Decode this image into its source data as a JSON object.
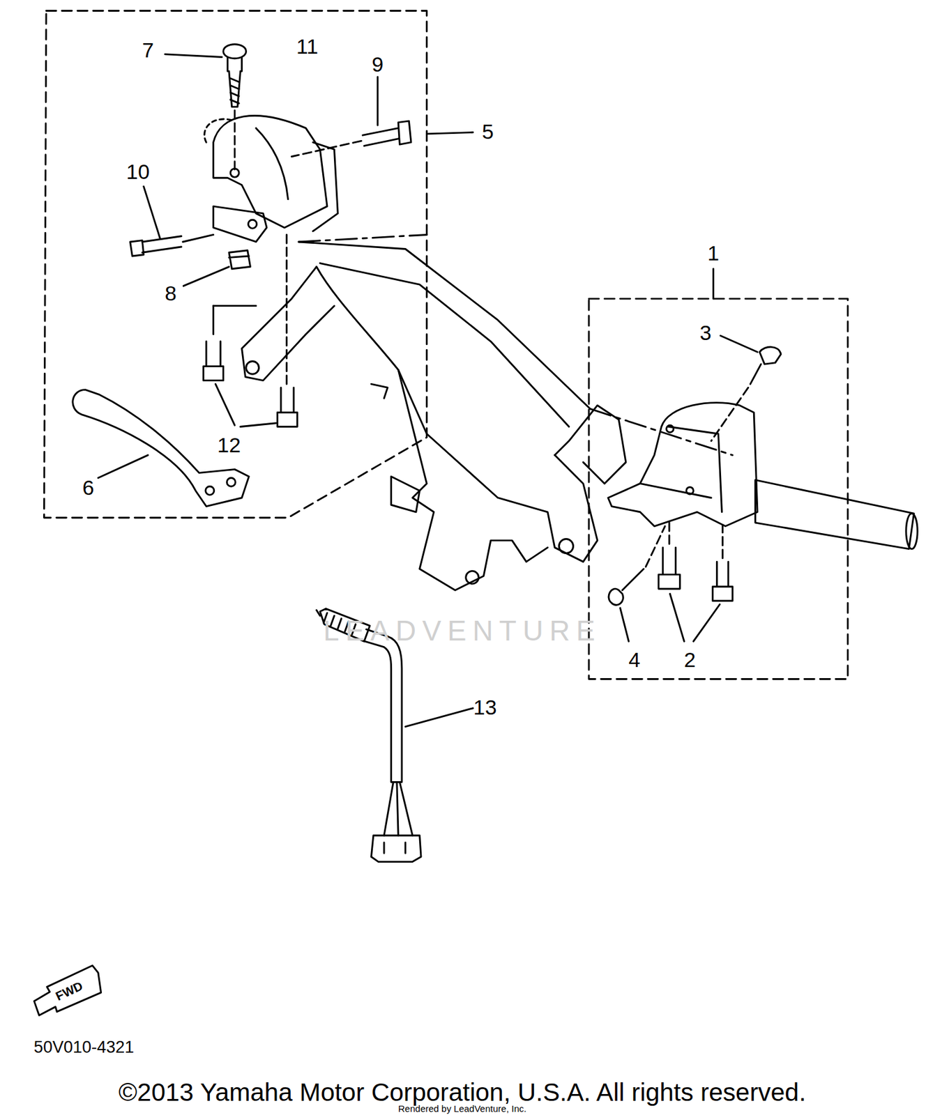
{
  "diagram": {
    "labels": [
      "7",
      "11",
      "9",
      "5",
      "10",
      "8",
      "12",
      "6",
      "1",
      "3",
      "4",
      "2",
      "13",
      "LEADVENTURE",
      "FWD",
      "50V010-4321",
      "©2013 Yamaha Motor Corporation, U.S.A. All rights reserved.",
      "Rendered by LeadVenture, Inc."
    ]
  }
}
